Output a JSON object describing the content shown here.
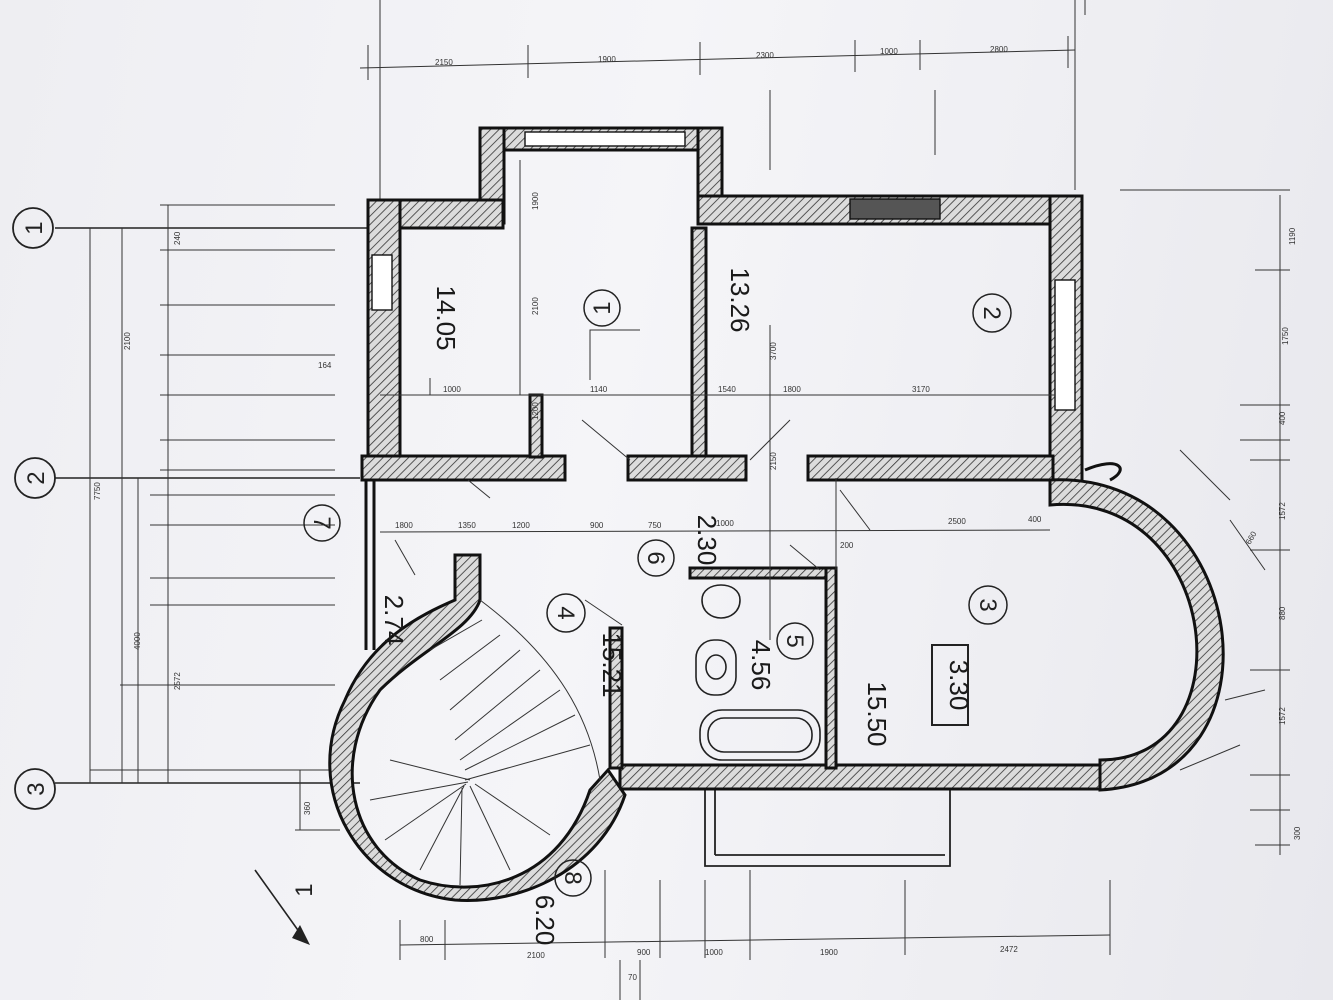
{
  "axes": [
    "1",
    "2",
    "3"
  ],
  "rooms": [
    {
      "number": "1",
      "area": "14.05"
    },
    {
      "number": "2",
      "area": "13.26"
    },
    {
      "number": "3",
      "area": "15.50"
    },
    {
      "number": "4",
      "area": "15.21"
    },
    {
      "number": "5",
      "area": "4.56"
    },
    {
      "number": "6",
      "area": "2.30"
    },
    {
      "number": "7",
      "area": "2.74"
    },
    {
      "number": "8",
      "area": "6.20"
    }
  ],
  "level_mark": "3.30",
  "section_mark": "1",
  "dims_top": [
    "2150",
    "1900",
    "2300",
    "1000",
    "2800"
  ],
  "dims_bottom": [
    "800",
    "2100",
    "900",
    "1000",
    "1900",
    "2472",
    "70"
  ],
  "dims_left": [
    "2100",
    "7750",
    "4000",
    "2572",
    "164",
    "240",
    "360"
  ],
  "dims_right": [
    "1190",
    "1750",
    "400",
    "660",
    "1572",
    "880",
    "1572",
    "300"
  ],
  "dims_inner": [
    "1800",
    "1350",
    "1200",
    "900",
    "750",
    "1000",
    "2500",
    "400",
    "3170",
    "1140",
    "1540",
    "1000",
    "1800",
    "1200",
    "1900",
    "3700",
    "2100",
    "2150",
    "200"
  ]
}
